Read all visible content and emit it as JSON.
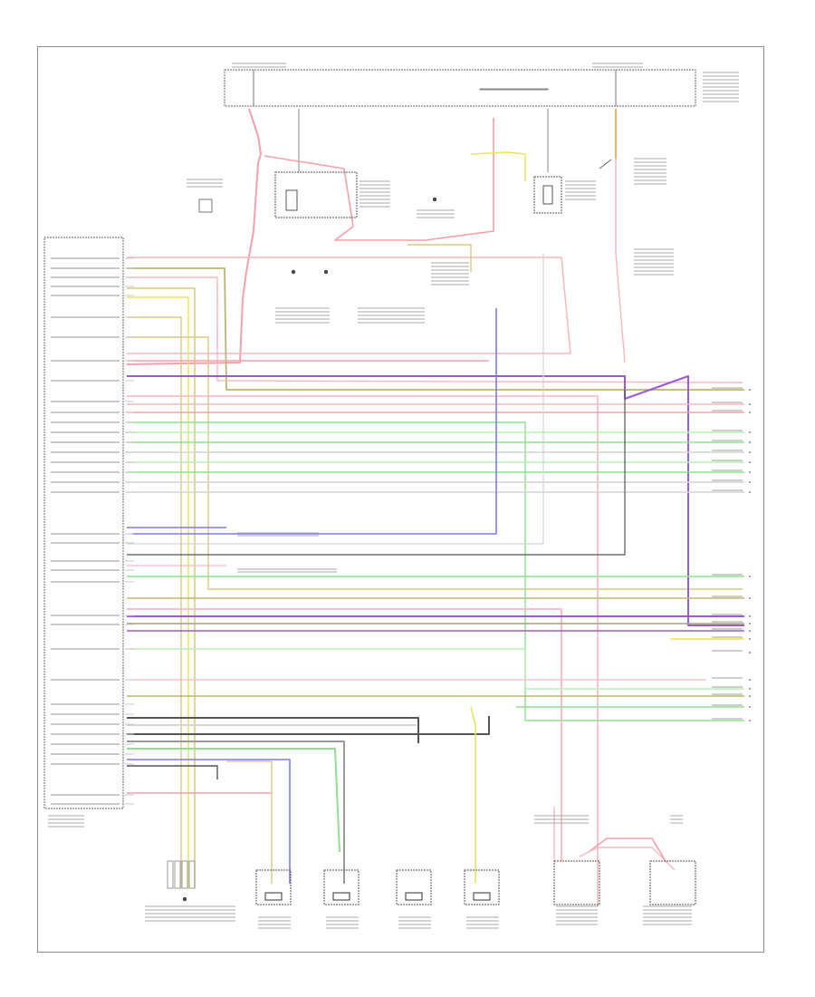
{
  "diagram": {
    "wire_colors": {
      "red": "#f4a0aa",
      "pink": "#f7b7c0",
      "green": "#8fe08f",
      "light_green": "#b9efb9",
      "purple": "#9a5ad6",
      "blue": "#7b7bf0",
      "yellow": "#e8e35a",
      "tan": "#d8c98a",
      "olive": "#bdb572",
      "orange": "#f5b26b",
      "gray": "#9b9b9b",
      "dark": "#555555",
      "light_gray": "#d4d4d4"
    },
    "components": [
      {
        "id": "fuse-panel-left",
        "kind": "fuse-box"
      },
      {
        "id": "fuse-panel-right",
        "kind": "fuse-box"
      },
      {
        "id": "relay-upper",
        "kind": "relay"
      },
      {
        "id": "relay-right",
        "kind": "relay"
      },
      {
        "id": "control-module",
        "kind": "module"
      },
      {
        "id": "wheel-sensor-1",
        "kind": "sensor"
      },
      {
        "id": "wheel-sensor-2",
        "kind": "sensor"
      },
      {
        "id": "wheel-sensor-3",
        "kind": "sensor"
      },
      {
        "id": "wheel-sensor-4",
        "kind": "sensor"
      },
      {
        "id": "yaw-sensor-1",
        "kind": "sensor"
      },
      {
        "id": "yaw-sensor-2",
        "kind": "sensor"
      }
    ],
    "page_code": ""
  }
}
